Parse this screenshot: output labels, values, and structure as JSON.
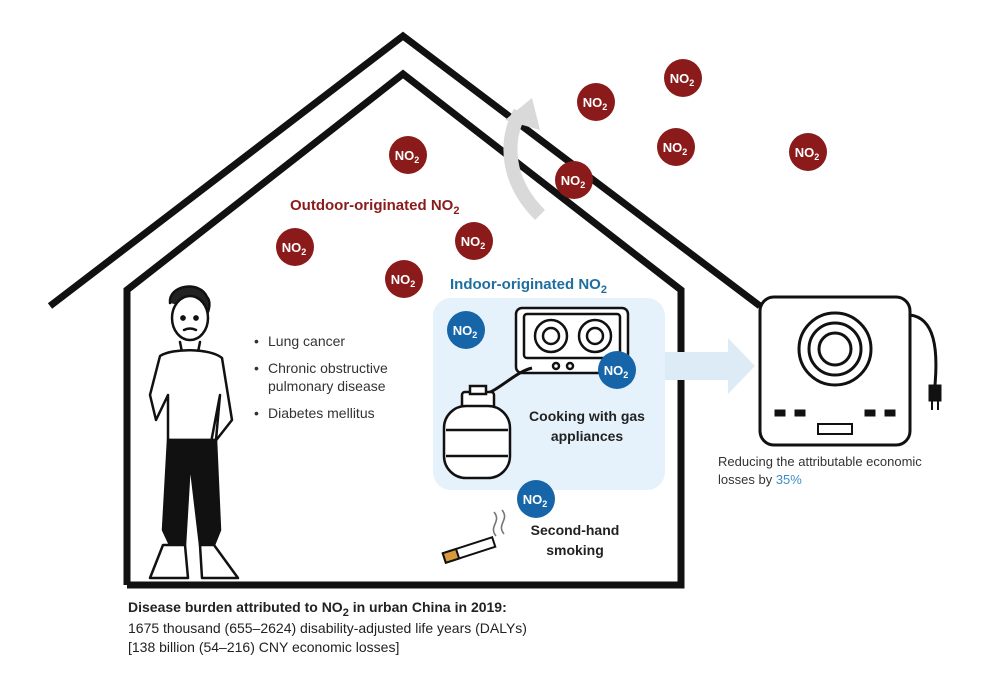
{
  "molecule": {
    "base": "NO",
    "sub": "2"
  },
  "labels": {
    "outdoor": {
      "text": "Outdoor-originated NO",
      "sub": "2"
    },
    "indoor": {
      "text": "Indoor-originated NO",
      "sub": "2"
    }
  },
  "diseases": [
    "Lung cancer",
    "Chronic obstructive pulmonary disease",
    "Diabetes mellitus"
  ],
  "sources": {
    "cooking": "Cooking with gas appliances",
    "smoking": "Second-hand smoking"
  },
  "reduction": {
    "text": "Reducing the attributable economic losses by ",
    "percent": "35%"
  },
  "summary": {
    "heading": "Disease burden attributed to NO",
    "heading_sub": "2",
    "heading_tail": " in urban China in 2019:",
    "line1": "1675 thousand (655–2624) disability-adjusted life years (DALYs)",
    "line2": "[138 billion (54–216) CNY economic losses]"
  },
  "colors": {
    "outdoor_no2": "#8b1a1a",
    "indoor_no2": "#1565a8",
    "indoor_zone": "#e6f2fb",
    "arrow": "#dcebf6",
    "accent_pct": "#3a8fc7"
  }
}
